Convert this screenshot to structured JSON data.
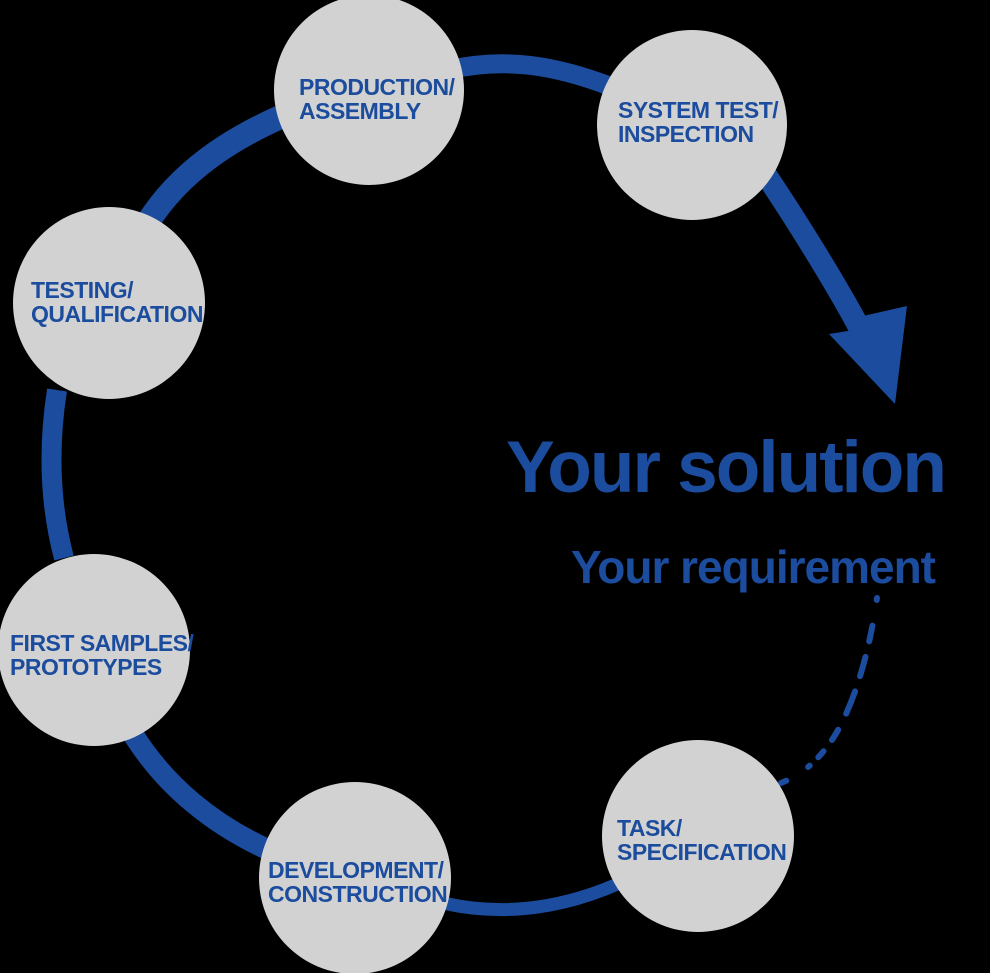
{
  "diagram": {
    "name": "development-process-cycle",
    "center": {
      "title": "Your solution",
      "subtitle": "Your requirement"
    },
    "stages": [
      {
        "id": "production-assembly",
        "lines": [
          "PRODUCTION/",
          "ASSEMBLY"
        ]
      },
      {
        "id": "system-test-inspection",
        "lines": [
          "SYSTEM TEST/",
          "INSPECTION"
        ]
      },
      {
        "id": "testing-qualification",
        "lines": [
          "TESTING/",
          "QUALIFICATION"
        ]
      },
      {
        "id": "first-samples-prototypes",
        "lines": [
          "FIRST SAMPLES/",
          "PROTOTYPES"
        ]
      },
      {
        "id": "development-construction",
        "lines": [
          "DEVELOPMENT/",
          "CONSTRUCTION"
        ]
      },
      {
        "id": "task-specification",
        "lines": [
          "TASK/",
          "SPECIFICATION"
        ]
      }
    ],
    "colors": {
      "accent": "#1b4c9d",
      "circle_fill": "#d2d2d2",
      "background": "#000000"
    }
  }
}
